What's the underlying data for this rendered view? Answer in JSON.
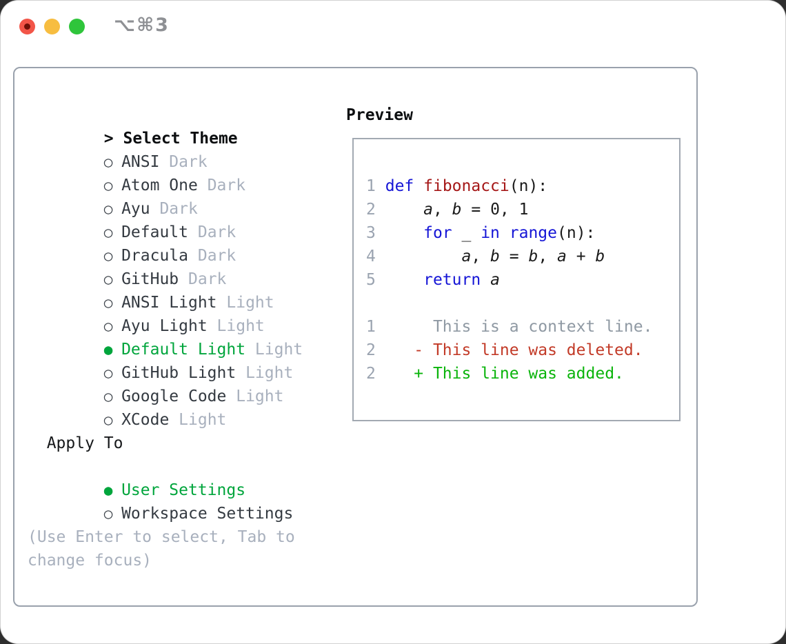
{
  "window": {
    "title": "⌥⌘3"
  },
  "traffic_lights": {
    "close_color": "#f25548",
    "minimize_color": "#f7bd40",
    "zoom_color": "#2fc53b"
  },
  "picker": {
    "prompt": ">",
    "header": "Select Theme",
    "unselected_bullet": "○",
    "selected_bullet": "●",
    "themes": [
      {
        "bullet": "○",
        "name": "ANSI",
        "tag": "Dark",
        "selected": false
      },
      {
        "bullet": "○",
        "name": "Atom One",
        "tag": "Dark",
        "selected": false
      },
      {
        "bullet": "○",
        "name": "Ayu",
        "tag": "Dark",
        "selected": false
      },
      {
        "bullet": "○",
        "name": "Default",
        "tag": "Dark",
        "selected": false
      },
      {
        "bullet": "○",
        "name": "Dracula",
        "tag": "Dark",
        "selected": false
      },
      {
        "bullet": "○",
        "name": "GitHub",
        "tag": "Dark",
        "selected": false
      },
      {
        "bullet": "○",
        "name": "ANSI Light",
        "tag": "Light",
        "selected": false
      },
      {
        "bullet": "○",
        "name": "Ayu Light",
        "tag": "Light",
        "selected": false
      },
      {
        "bullet": "●",
        "name": "Default Light",
        "tag": "Light",
        "selected": true
      },
      {
        "bullet": "○",
        "name": "GitHub Light",
        "tag": "Light",
        "selected": false
      },
      {
        "bullet": "○",
        "name": "Google Code",
        "tag": "Light",
        "selected": false
      },
      {
        "bullet": "○",
        "name": "XCode",
        "tag": "Light",
        "selected": false
      }
    ],
    "apply_to": {
      "header": "Apply To",
      "options": [
        {
          "bullet": "●",
          "name": "User Settings",
          "selected": true
        },
        {
          "bullet": "○",
          "name": "Workspace Settings",
          "selected": false
        }
      ]
    },
    "hint_lines": [
      "(Use Enter to select, Tab to",
      "change focus)"
    ]
  },
  "preview": {
    "title": "Preview",
    "code_lines": [
      {
        "tokens": [
          {
            "t": "num",
            "s": "1"
          },
          {
            "t": "plain",
            "s": " "
          },
          {
            "t": "kw",
            "s": "def"
          },
          {
            "t": "plain",
            "s": " "
          },
          {
            "t": "fn",
            "s": "fibonacci"
          },
          {
            "t": "plain",
            "s": "(n):"
          }
        ]
      },
      {
        "tokens": [
          {
            "t": "num",
            "s": "2"
          },
          {
            "t": "plain",
            "s": "     "
          },
          {
            "t": "var",
            "s": "a"
          },
          {
            "t": "plain",
            "s": ", "
          },
          {
            "t": "var",
            "s": "b"
          },
          {
            "t": "plain",
            "s": " = 0, 1"
          }
        ]
      },
      {
        "tokens": [
          {
            "t": "num",
            "s": "3"
          },
          {
            "t": "plain",
            "s": "     "
          },
          {
            "t": "kw",
            "s": "for"
          },
          {
            "t": "plain",
            "s": " _ "
          },
          {
            "t": "kw",
            "s": "in"
          },
          {
            "t": "plain",
            "s": " "
          },
          {
            "t": "kw",
            "s": "range"
          },
          {
            "t": "plain",
            "s": "(n):"
          }
        ]
      },
      {
        "tokens": [
          {
            "t": "num",
            "s": "4"
          },
          {
            "t": "plain",
            "s": "         "
          },
          {
            "t": "var",
            "s": "a"
          },
          {
            "t": "plain",
            "s": ", "
          },
          {
            "t": "var",
            "s": "b"
          },
          {
            "t": "plain",
            "s": " = "
          },
          {
            "t": "var",
            "s": "b"
          },
          {
            "t": "plain",
            "s": ", "
          },
          {
            "t": "var",
            "s": "a"
          },
          {
            "t": "plain",
            "s": " + "
          },
          {
            "t": "var",
            "s": "b"
          }
        ]
      },
      {
        "tokens": [
          {
            "t": "num",
            "s": "5"
          },
          {
            "t": "plain",
            "s": "     "
          },
          {
            "t": "kw",
            "s": "return"
          },
          {
            "t": "plain",
            "s": " "
          },
          {
            "t": "var",
            "s": "a"
          }
        ]
      }
    ],
    "diff_lines": [
      {
        "tokens": [
          {
            "t": "num",
            "s": "1"
          },
          {
            "t": "ctx",
            "s": "      This is a context line."
          }
        ]
      },
      {
        "tokens": [
          {
            "t": "num",
            "s": "2"
          },
          {
            "t": "del",
            "s": "    - This line was deleted."
          }
        ]
      },
      {
        "tokens": [
          {
            "t": "num",
            "s": "2"
          },
          {
            "t": "add",
            "s": "    + This line was added."
          }
        ]
      }
    ]
  },
  "colors": {
    "selected_green": "#00a53c",
    "keyword_blue": "#1515d6",
    "function_red": "#a51717",
    "deleted_red": "#c23a27",
    "added_green": "#0ab40b",
    "panel_border": "#99a1ac"
  }
}
